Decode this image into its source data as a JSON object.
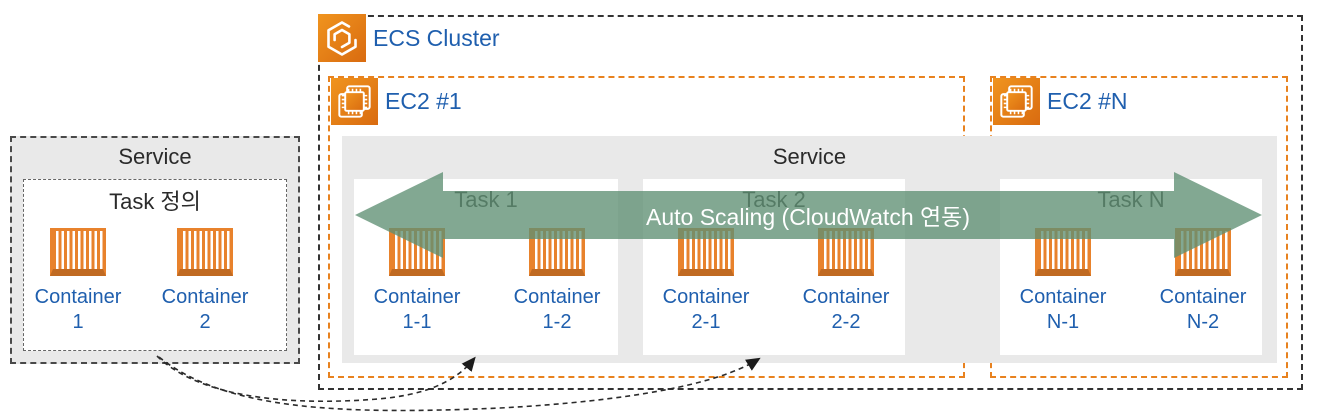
{
  "left_service": {
    "title": "Service",
    "task_definition": {
      "title": "Task 정의",
      "containers": [
        {
          "line1": "Container",
          "line2": "1"
        },
        {
          "line1": "Container",
          "line2": "2"
        }
      ]
    }
  },
  "ecs_cluster": {
    "title": "ECS Cluster",
    "service_band_title": "Service",
    "auto_scaling_label": "Auto Scaling (CloudWatch 연동)",
    "ec2_instances": [
      {
        "label": "EC2 #1"
      },
      {
        "label": "EC2 #N"
      }
    ],
    "tasks": [
      {
        "title": "Task 1",
        "containers": [
          {
            "line1": "Container",
            "line2": "1-1"
          },
          {
            "line1": "Container",
            "line2": "1-2"
          }
        ]
      },
      {
        "title": "Task 2",
        "containers": [
          {
            "line1": "Container",
            "line2": "2-1"
          },
          {
            "line1": "Container",
            "line2": "2-2"
          }
        ]
      },
      {
        "title": "Task N",
        "containers": [
          {
            "line1": "Container",
            "line2": "N-1"
          },
          {
            "line1": "Container",
            "line2": "N-2"
          }
        ]
      }
    ]
  },
  "icons": {
    "ecs": "ecs-cluster-icon",
    "ec2": "ec2-instance-icon",
    "container": "container-icon"
  },
  "colors": {
    "aws_orange": "#e8821f",
    "label_blue": "#1f5fae",
    "arrow_green": "#5f8f73",
    "box_gray": "#e9e9e9",
    "dash_dark": "#3c3c3c"
  }
}
